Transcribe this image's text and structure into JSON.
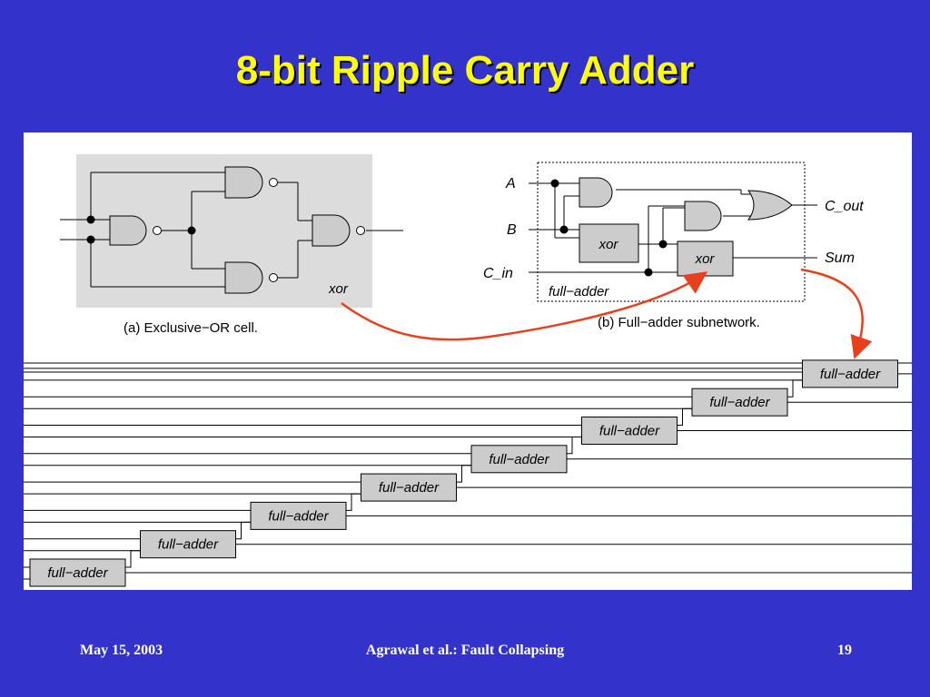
{
  "slide": {
    "title": "8-bit Ripple Carry Adder"
  },
  "xor_cell": {
    "caption": "(a) Exclusive−OR cell.",
    "cell_label": "xor"
  },
  "full_adder_subnetwork": {
    "caption": "(b) Full−adder subnetwork.",
    "inputs": [
      "A",
      "B",
      "C_in"
    ],
    "outputs": [
      "C_out",
      "Sum"
    ],
    "blocks": [
      "xor",
      "xor"
    ],
    "container_label": "full−adder"
  },
  "ripple_chain": {
    "stages": [
      "full−adder",
      "full−adder",
      "full−adder",
      "full−adder",
      "full−adder",
      "full−adder",
      "full−adder",
      "full−adder"
    ]
  },
  "colors": {
    "background": "#3333cc",
    "title": "#ffff00",
    "arrow": "#e8401c",
    "gate_fill": "#cccccc"
  },
  "footer": {
    "date": "May 15, 2003",
    "center": "Agrawal et al.: Fault Collapsing",
    "page": "19"
  }
}
